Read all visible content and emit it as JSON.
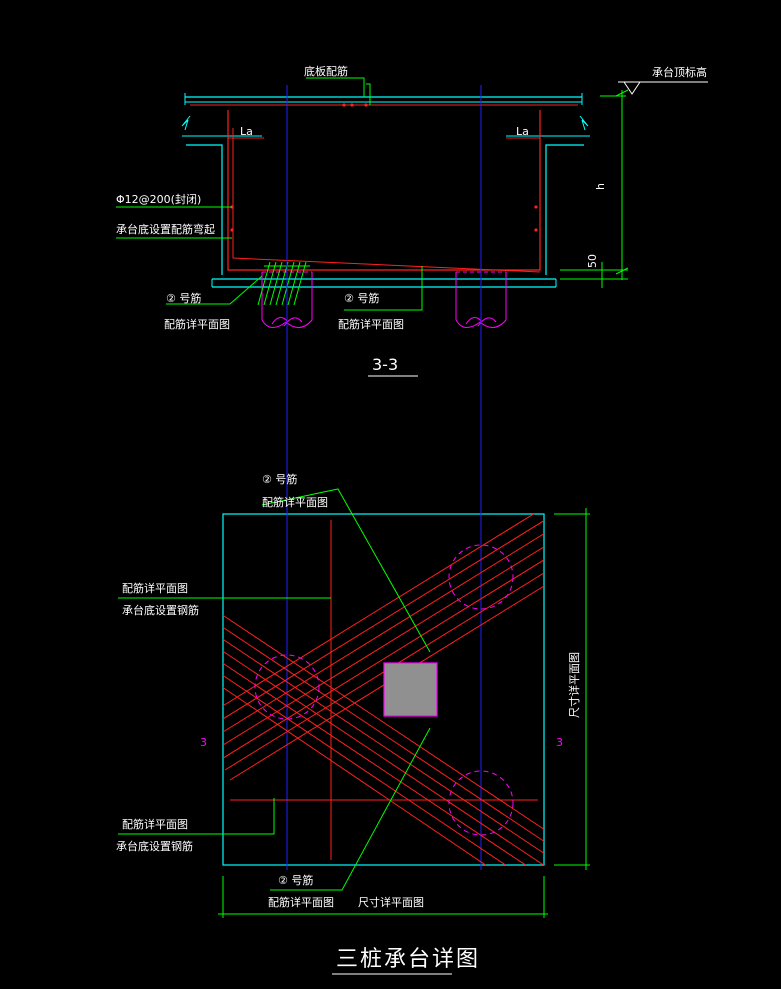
{
  "section": {
    "bottom_rebar_label": "底板配筋",
    "top_elevation_label": "承台顶标高",
    "la_left": "La",
    "la_right": "La",
    "stirrup_label": "Φ12@200(封闭)",
    "rebar_bend_label": "承台底设置配筋弯起",
    "height_label": "h",
    "dim_50": "50",
    "rebar2_left": "② 号筋",
    "rebar2_left_sub": "配筋详平面图",
    "rebar2_mid": "② 号筋",
    "rebar2_mid_sub": "配筋详平面图",
    "section_title": "3-3"
  },
  "plan": {
    "rebar2_top": "② 号筋",
    "rebar2_top_sub": "配筋详平面图",
    "left_upper_line1": "配筋详平面图",
    "left_upper_line2": "承台底设置钢筋",
    "left_lower_line1": "配筋详平面图",
    "left_lower_line2": "承台底设置钢筋",
    "rebar2_bottom": "② 号筋",
    "rebar2_bottom_sub": "配筋详平面图",
    "dim_bottom": "尺寸详平面图",
    "dim_right": "尺寸详平面图",
    "cut_left": "3",
    "cut_right": "3"
  },
  "drawing_title": "三桩承台详图",
  "colors": {
    "background": "#000000",
    "concrete": "#00ffff",
    "rebar": "#ff2020",
    "axis": "#2020ff",
    "leader": "#00ff00",
    "pile": "#ff00ff",
    "text": "#ffffff",
    "column_fill": "#909090"
  }
}
